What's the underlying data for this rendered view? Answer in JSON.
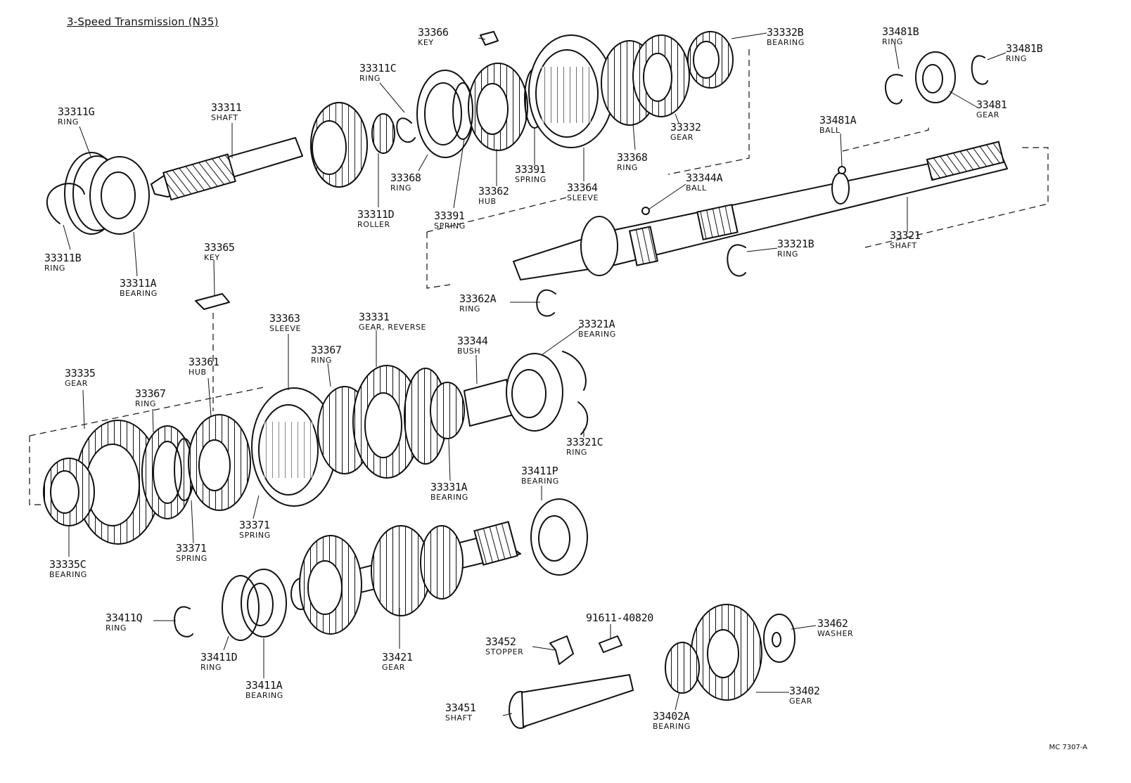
{
  "diagram": {
    "title": "3-Speed Transmission (N35)",
    "figure_code": "MC 7307-A"
  },
  "parts": [
    {
      "number": "33311G",
      "name": "RING"
    },
    {
      "number": "33311B",
      "name": "RING"
    },
    {
      "number": "33311A",
      "name": "BEARING"
    },
    {
      "number": "33311",
      "name": "SHAFT"
    },
    {
      "number": "33311D",
      "name": "ROLLER"
    },
    {
      "number": "33311C",
      "name": "RING"
    },
    {
      "number": "33366",
      "name": "KEY"
    },
    {
      "number": "33368",
      "name": "RING"
    },
    {
      "number": "33391",
      "name": "SPRING"
    },
    {
      "number": "33362",
      "name": "HUB"
    },
    {
      "number": "33391",
      "name": "SPRING"
    },
    {
      "number": "33364",
      "name": "SLEEVE"
    },
    {
      "number": "33368",
      "name": "RING"
    },
    {
      "number": "33332",
      "name": "GEAR"
    },
    {
      "number": "33332B",
      "name": "BEARING"
    },
    {
      "number": "33481B",
      "name": "RING"
    },
    {
      "number": "33481B",
      "name": "RING"
    },
    {
      "number": "33481",
      "name": "GEAR"
    },
    {
      "number": "33481A",
      "name": "BALL"
    },
    {
      "number": "33344A",
      "name": "BALL"
    },
    {
      "number": "33321B",
      "name": "RING"
    },
    {
      "number": "33321",
      "name": "SHAFT"
    },
    {
      "number": "33362A",
      "name": "RING"
    },
    {
      "number": "33365",
      "name": "KEY"
    },
    {
      "number": "33363",
      "name": "SLEEVE"
    },
    {
      "number": "33331",
      "name": "GEAR, REVERSE"
    },
    {
      "number": "33321A",
      "name": "BEARING"
    },
    {
      "number": "33344",
      "name": "BUSH"
    },
    {
      "number": "33367",
      "name": "RING"
    },
    {
      "number": "33361",
      "name": "HUB"
    },
    {
      "number": "33335",
      "name": "GEAR"
    },
    {
      "number": "33367",
      "name": "RING"
    },
    {
      "number": "33321C",
      "name": "RING"
    },
    {
      "number": "33331A",
      "name": "BEARING"
    },
    {
      "number": "33371",
      "name": "SPRING"
    },
    {
      "number": "33371",
      "name": "SPRING"
    },
    {
      "number": "33335C",
      "name": "BEARING"
    },
    {
      "number": "33411P",
      "name": "BEARING"
    },
    {
      "number": "33411Q",
      "name": "RING"
    },
    {
      "number": "33411D",
      "name": "RING"
    },
    {
      "number": "33411A",
      "name": "BEARING"
    },
    {
      "number": "33421",
      "name": "GEAR"
    },
    {
      "number": "91611-40820",
      "name": ""
    },
    {
      "number": "33452",
      "name": "STOPPER"
    },
    {
      "number": "33462",
      "name": "WASHER"
    },
    {
      "number": "33451",
      "name": "SHAFT"
    },
    {
      "number": "33402A",
      "name": "BEARING"
    },
    {
      "number": "33402",
      "name": "GEAR"
    }
  ]
}
